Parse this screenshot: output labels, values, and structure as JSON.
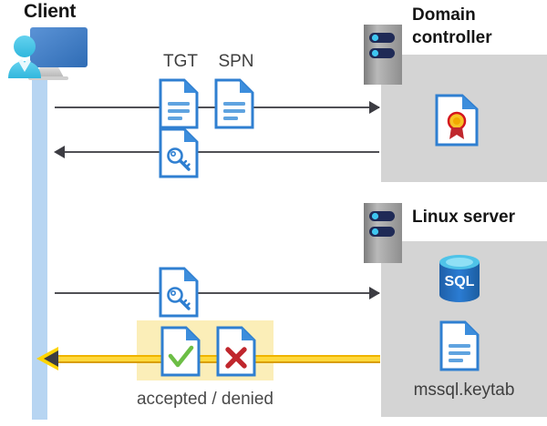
{
  "diagram": {
    "title_client": "Client",
    "title_domain_controller": "Domain controller",
    "title_linux_server": "Linux server",
    "labels": {
      "tgt": "TGT",
      "spn": "SPN",
      "accepted_denied": "accepted / denied",
      "keytab": "mssql.keytab"
    },
    "icons": {
      "client": "client-computer-user-icon",
      "rack_dc": "server-rack-icon",
      "rack_linux": "server-rack-icon",
      "tgt_doc": "document-icon",
      "spn_doc": "document-icon",
      "ticket_key_doc": "document-key-icon",
      "request_key_doc": "document-key-icon",
      "certificate": "certificate-document-icon",
      "sql_database": "sql-database-icon",
      "keytab_doc": "document-icon",
      "accepted_doc": "document-check-icon",
      "denied_doc": "document-cross-icon"
    },
    "flows": [
      {
        "id": "flow-1",
        "direction": "right",
        "from": "client",
        "to": "domain-controller"
      },
      {
        "id": "flow-2",
        "direction": "left",
        "from": "domain-controller",
        "to": "client"
      },
      {
        "id": "flow-3",
        "direction": "right",
        "from": "client",
        "to": "linux-server"
      },
      {
        "id": "flow-4",
        "direction": "left",
        "from": "linux-server",
        "to": "client",
        "style": "highlighted-yellow"
      }
    ],
    "colors": {
      "lifeline": "#b7d5f2",
      "panel": "#d4d4d4",
      "arrow": "#3c3c42",
      "yellow_arrow": "#ffd400",
      "highlight_box": "#fbeeb8",
      "doc_blue": "#2f7fd1",
      "sql_blue": "#1d69b4",
      "check_green": "#6cbe45",
      "cross_red": "#c0272d",
      "seal_gold": "#f7c325",
      "seal_red": "#c0272d",
      "rack_gray": "#a8a8a8",
      "rack_bar": "#1f2a56",
      "rack_dot": "#3fc6f0"
    }
  }
}
